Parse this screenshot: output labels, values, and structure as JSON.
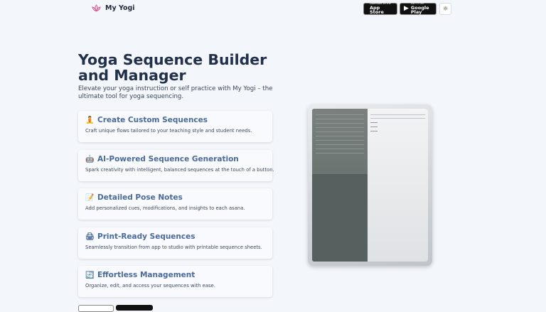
{
  "header": {
    "logo_text": "My Yogi",
    "app_store": {
      "small": "Download on the",
      "big": "App Store"
    },
    "google_play": {
      "small": "GET IT ON",
      "big": "Google Play"
    },
    "theme_icon": "sun-icon"
  },
  "hero": {
    "title": "Yoga Sequence Builder and Manager",
    "subtitle": "Elevate your yoga instruction or self practice with My Yogi – the ultimate tool for yoga sequencing."
  },
  "features": [
    {
      "icon": "🧘",
      "icon_name": "yoga-icon",
      "title": "Create Custom Sequences",
      "desc": "Craft unique flows tailored to your teaching style and student needs."
    },
    {
      "icon": "🤖",
      "icon_name": "robot-icon",
      "title": "AI-Powered Sequence Generation",
      "desc": "Spark creativity with intelligent, balanced sequences at the touch of a button."
    },
    {
      "icon": "📝",
      "icon_name": "memo-icon",
      "title": "Detailed Pose Notes",
      "desc": "Add personalized cues, modifications, and insights to each asana."
    },
    {
      "icon": "🖨",
      "icon_name": "printer-icon",
      "title": "Print-Ready Sequences",
      "desc": "Seamlessly transition from app to studio with printable sequence sheets."
    },
    {
      "icon": "🔄",
      "icon_name": "refresh-icon",
      "title": "Effortless Management",
      "desc": "Organize, edit, and access your sequences with ease."
    }
  ],
  "colors": {
    "background": "#f3f6fb",
    "feature_title": "#4a6a99",
    "heading": "#22304a",
    "logo_accent": "#d94f8a"
  }
}
